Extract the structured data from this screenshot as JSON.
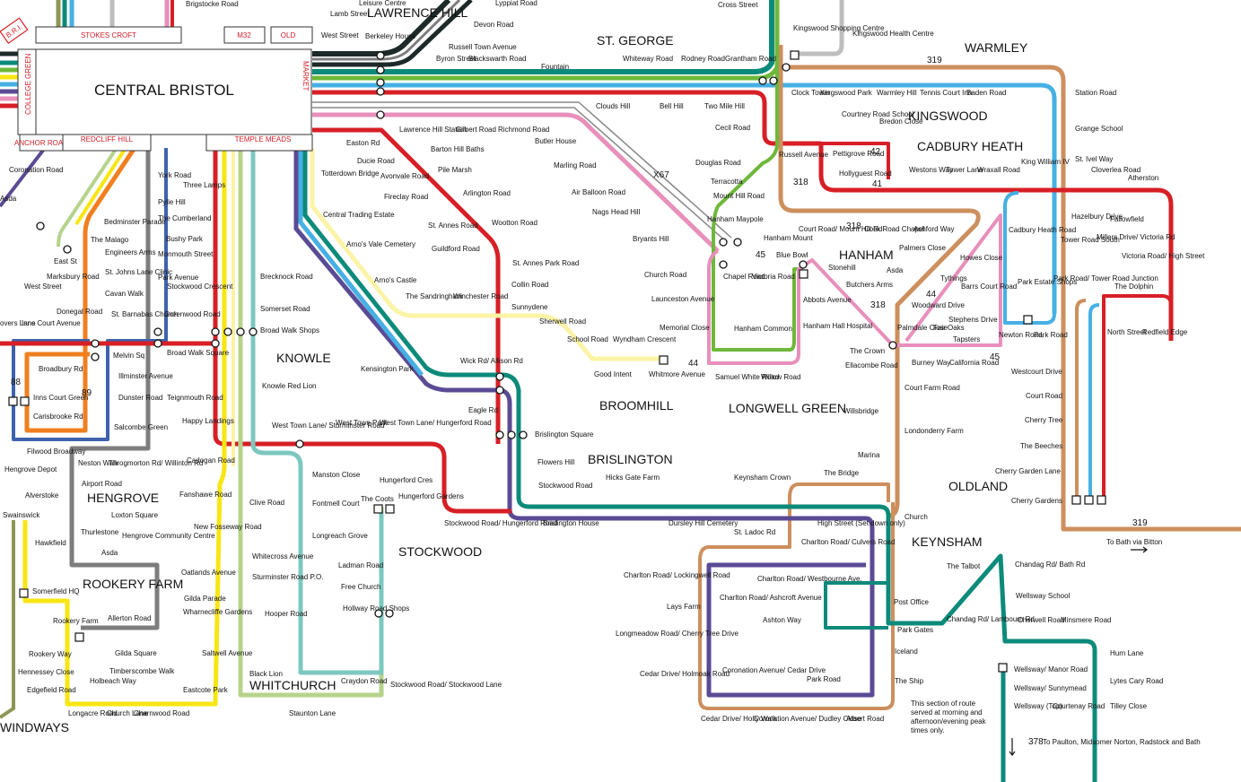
{
  "areas": {
    "central_bristol": "CENTRAL BRISTOL",
    "lawrence_hill": "LAWRENCE HILL",
    "st_george": "ST. GEORGE",
    "warmley": "WARMLEY",
    "kingswood": "KINGSWOOD",
    "cadbury_heath": "CADBURY HEATH",
    "hanham": "HANHAM",
    "longwell_green": "LONGWELL GREEN",
    "broomhill": "BROOMHILL",
    "brislington": "BRISLINGTON",
    "knowle": "KNOWLE",
    "hengrove": "HENGROVE",
    "rookery_farm": "ROOKERY FARM",
    "stockwood": "STOCKWOOD",
    "whitchurch": "WHITCHURCH",
    "keynsham": "KEYNSHAM",
    "oldland": "OLDLAND",
    "windways": "WINDWAYS"
  },
  "boxes": {
    "bri": "B.R.I.",
    "stokes_croft": "STOKES CROFT",
    "m32": "M32",
    "old_market": "OLD",
    "market": "MARKET",
    "college_green": "COLLEGE GREEN",
    "anchor_road": "ANCHOR ROAD",
    "redcliff_hill": "REDCLIFF HILL",
    "temple_meads": "TEMPLE MEADS"
  },
  "route_numbers": {
    "r319_top": "319",
    "r42": "42",
    "r41": "41",
    "r318_a": "318",
    "r318_b": "318",
    "r318_c": "318",
    "r45_a": "45",
    "r45_b": "45",
    "r44_a": "44",
    "r44_b": "44",
    "r88": "88",
    "r89": "89",
    "rx67": "X67",
    "r319_bottom": "319",
    "r378": "378"
  },
  "notes": {
    "to_bath": "To Bath via Bitton",
    "to_paulton": "To Paulton, Midsomer Norton, Radstock and Bath",
    "peak_line1": "This section of route",
    "peak_line2": "served at morning and",
    "peak_line3": "afternoon/evening peak",
    "peak_line4": "times only."
  },
  "stops": {
    "brigstocke_road": "Brigstocke Road",
    "lamb_street": "Lamb Street",
    "west_street": "West Street",
    "leisure_centre": "Leisure Centre",
    "berkeley_house": "Berkeley House",
    "lyppiat_road": "Lyppiat Road",
    "devon_road": "Devon Road",
    "russell_town_avenue": "Russell Town Avenue",
    "byron_street": "Byron Street",
    "blackswarth_road": "Blackswarth Road",
    "fountain": "Fountain",
    "whiteway_road": "Whiteway Road",
    "rodney_road": "Rodney Road",
    "grantham_road": "Grantham Road",
    "cross_street": "Cross Street",
    "kingswood_shopping_centre": "Kingswood Shopping Centre",
    "kingswood_health_centre": "Kingswood Health Centre",
    "clock_tower": "Clock Tower",
    "kingswood_park": "Kingswood Park",
    "warmley_hill": "Warmley Hill",
    "tennis_court_inn": "Tennis Court Inn",
    "baden_road": "Baden Road",
    "station_road": "Station Road",
    "grange_school": "Grange School",
    "st_ivel_way": "St. Ivel Way",
    "clouds_hill": "Clouds Hill",
    "bell_hill": "Bell Hill",
    "two_mile_hill": "Two Mile Hill",
    "cecil_road": "Cecil Road",
    "courtney_road_school": "Courtney Road School",
    "bredon_close": "Bredon Close",
    "lawrence_hill_station": "Lawrence Hill Station",
    "gilbert_road": "Gilbert Road",
    "richmond_road": "Richmond Road",
    "butler_house": "Butler House",
    "easton_rd": "Easton Rd",
    "ducie_road": "Ducie Road",
    "barton_hill_baths": "Barton Hill Baths",
    "pile_marsh": "Pile Marsh",
    "avonvale_road": "Avonvale Road",
    "fireclay_road": "Fireclay Road",
    "arlington_road": "Arlington Road",
    "marling_road": "Marling Road",
    "air_balloon_road": "Air Balloon Road",
    "nags_head_hill": "Nags Head Hill",
    "bryants_hill": "Bryants Hill",
    "douglas_road": "Douglas Road",
    "terracotta": "Terracotta",
    "mount_hill_road": "Mount Hill Road",
    "russell_avenue": "Russell Avenue",
    "pettigrove_road": "Pettigrove Road",
    "hollyguest_road": "Hollyguest Road",
    "westons_way": "Westons Way",
    "tower_lane": "Tower Lane",
    "wraxall_road": "Wraxall Road",
    "king_william_iv": "King William IV",
    "cloverlea_road": "Cloverlea Road",
    "atherston": "Atherston",
    "court_road_mount_hill": "Court Road/ Mount Hill Rd",
    "cock_road_chapel": "Cock Road Chapel",
    "ashford_way": "Ashford Way",
    "palmers_close": "Palmers Close",
    "cadbury_heath_road": "Cadbury Heath Road",
    "hazelbury_drive": "Hazelbury Drive",
    "fallowfield": "Fallowfield",
    "tower_road_south": "Tower Road South",
    "millers_drive": "Millers Drive/ Victoria Rd",
    "victoria_road_high_street": "Victoria Road/ High Street",
    "park_road_tower_road": "Park Road/ Tower Road Junction",
    "the_dolphin": "The Dolphin",
    "howes_close": "Howes Close",
    "tythings": "Tythings",
    "barrs_court_road": "Barrs Court Road",
    "park_estate_shops": "Park Estate Shops",
    "hanham_maypole": "Hanham Maypole",
    "hanham_mount": "Hanham Mount",
    "blue_bowl": "Blue Bowl",
    "stonehill": "Stonehill",
    "asda_hanham": "Asda",
    "butchers_arms": "Butchers Arms",
    "chapel_road": "Chapel Road",
    "victoria_road": "Victoria Road",
    "abbots_avenue": "Abbots Avenue",
    "woodward_drive": "Woodward Drive",
    "church_road": "Church Road",
    "launceston_avenue": "Launceston Avenue",
    "memorial_close": "Memorial Close",
    "hanham_common": "Hanham Common",
    "hanham_hall_hospital": "Hanham Hall Hospital",
    "palmdale_close": "Palmdale Close",
    "fair_oaks": "Fair Oaks",
    "stephens_drive": "Stephens Drive",
    "tapsters": "Tapsters",
    "newton_road": "Newton Road",
    "park_road": "Park Road",
    "north_street": "North Street",
    "redfield_edge": "Redfield Edge",
    "samuel_white_road": "Samuel White Road",
    "willow_road": "Willow Road",
    "the_crown": "The Crown",
    "ellacombe_road": "Ellacombe Road",
    "burney_way": "Burney Way",
    "california_road": "California Road",
    "court_farm_road": "Court Farm Road",
    "willsbridge": "Willsbridge",
    "londonderry_farm": "Londonderry Farm",
    "marina": "Marina",
    "westcourt_drive": "Westcourt Drive",
    "court_road": "Court Road",
    "cherry_tree": "Cherry Tree",
    "the_beeches": "The Beeches",
    "cherry_garden_lane": "Cherry Garden Lane",
    "cherry_gardens": "Cherry Gardens",
    "coronation_road": "Coronation Road",
    "york_road": "York Road",
    "three_lamps": "Three Lamps",
    "pylle_hill": "Pylle Hill",
    "bedminster_parade": "Bedminster Parade",
    "the_malago": "The Malago",
    "the_cumberland": "The Cumberland",
    "bushy_park": "Bushy Park",
    "engineers_arms": "Engineers Arms",
    "east_st": "East St",
    "monmouth_street": "Monmouth Street",
    "marksbury_road": "Marksbury Road",
    "st_johns_lane_clinic": "St. Johns Lane Clinic",
    "park_avenue": "Park Avenue",
    "stockwood_crescent": "Stockwood Crescent",
    "cavan_walk": "Cavan Walk",
    "west_street_bedminster": "West Street",
    "donegal_road": "Donegal Road",
    "st_barnabas_church": "St. Barnabas Church",
    "greenwood_road": "Greenwood Road",
    "inns_court_avenue": "Inns Court Avenue",
    "melvin_sq": "Melvin Sq",
    "broad_walk_square": "Broad Walk Square",
    "broadbury_rd": "Broadbury Rd",
    "illminster_avenue": "Illminster Avenue",
    "inns_court_green": "Inns Court Green",
    "carisbrooke_rd": "Carisbrooke Rd",
    "dunster_road": "Dunster Road",
    "teignmouth_road": "Teignmouth Road",
    "salcombe_green": "Salcombe Green",
    "happy_landings": "Happy Landings",
    "filwood_broadway": "Filwood Broadway",
    "neston_walk": "Neston Walk",
    "throgmorton_road": "Throgmorton Rd/ Willinton Rd",
    "hengrove_depot": "Hengrove Depot",
    "alverstoke": "Alverstoke",
    "airport_road": "Airport Road",
    "cadogan_road": "Cadogan Road",
    "swainswick": "Swainswick",
    "loxton_square": "Loxton Square",
    "fanshawe_road": "Fanshawe Road",
    "thurlestone": "Thurlestone",
    "hawkfield": "Hawkfield",
    "asda_hengrove": "Asda",
    "hengrove_community_centre": "Hengrove Community Centre",
    "new_fosseway_road": "New Fosseway Road",
    "oatlands_avenue": "Oatlands Avenue",
    "somerfield_hq": "Somerfield HQ",
    "gilda_parade": "Gilda Parade",
    "wharnecliffe_gardens": "Wharnecliffe Gardens",
    "rookery_farm_stop": "Rookery Farm",
    "allerton_road": "Allerton Road",
    "rookery_way": "Rookery Way",
    "hennessey_close": "Hennessey Close",
    "edgefield_road": "Edgefield Road",
    "gilda_square": "Gilda Square",
    "timberscombe_walk": "Timberscombe Walk",
    "holbeach_way": "Holbeach Way",
    "eastcote_park": "Eastcote Park",
    "longacre_road": "Longacre Road",
    "church_lane": "Church Lane",
    "charnwood_road": "Charnwood Road",
    "totterdown_bridge": "Totterdown Bridge",
    "central_trading_estate": "Central Trading Estate",
    "arnos_vale_cemetery": "Arno's Vale Cemetery",
    "arnos_castle": "Arno's Castle",
    "the_sandringham": "The Sandringham",
    "winchester_road": "Winchester Road",
    "st_annes_road": "St. Annes Road",
    "guildford_road": "Guildford Road",
    "wootton_road": "Wootton Road",
    "st_annes_park_road": "St. Annes Park Road",
    "collin_road": "Collin Road",
    "sunnydene": "Sunnydene",
    "sherwell_road": "Sherwell Road",
    "school_road": "School Road",
    "wyndham_crescent": "Wyndham Crescent",
    "good_intent": "Good Intent",
    "whitmore_avenue": "Whitmore Avenue",
    "brecknock_road": "Brecknock Road",
    "somerset_road": "Somerset Road",
    "broad_walk_shops": "Broad Walk Shops",
    "knowle_red_lion": "Knowle Red Lion",
    "kensington_park": "Kensington Park",
    "wick_rd_allison_rd": "Wick Rd/ Allison Rd",
    "eagle_rd": "Eagle Rd",
    "brislington_square": "Brislington Square",
    "flowers_hill": "Flowers Hill",
    "stockwood_road": "Stockwood Road",
    "west_town_lane_sturminster": "West Town Lane/ Sturminster Road",
    "west_town_park": "West Town Park",
    "west_town_lane_hungerford": "West Town Lane/ Hungerford Road",
    "hungerford_cres": "Hungerford Cres",
    "hungerford_gardens": "Hungerford Gardens",
    "stockwood_road_hungerford": "Stockwood Road/ Hungerford Road",
    "brislington_house": "Brislington House",
    "hicks_gate_farm": "Hicks Gate Farm",
    "dursley_hill_cemetery": "Dursley Hill Cemetery",
    "keynsham_crown": "Keynsham Crown",
    "st_ladoc_rd": "St. Ladoc Rd",
    "the_bridge": "The Bridge",
    "high_street": "High Street (Set down only)",
    "church": "Church",
    "manston_close": "Manston Close",
    "fontmell_court": "Fontmell Court",
    "longreach_grove": "Longreach Grove",
    "the_coots": "The Coots",
    "ladman_road": "Ladman Road",
    "free_church": "Free Church",
    "hollway_road_shops": "Hollway Road Shops",
    "clive_road": "Clive Road",
    "whitecross_avenue": "Whitecross Avenue",
    "sturminster_road_po": "Sturminster Road P.O.",
    "hooper_road": "Hooper Road",
    "saltwell_avenue": "Saltwell Avenue",
    "black_lion": "Black Lion",
    "craydon_road": "Craydon Road",
    "stockwood_road_stockwood_lane": "Stockwood Road/ Stockwood Lane",
    "staunton_lane": "Staunton Lane",
    "charlton_road_lockingwell": "Charlton Road/ Lockingwell Road",
    "charlton_road_culvers": "Charlton Road/ Culvers Road",
    "charlton_road_westbourne": "Charlton Road/ Westbourne Ave.",
    "charlton_road_ashcroft": "Charlton Road/ Ashcroft Avenue",
    "lays_farm": "Lays Farm",
    "ashton_way": "Ashton Way",
    "post_office": "Post Office",
    "park_gates": "Park Gates",
    "longmeadow_road": "Longmeadow Road/ Cherry Tree Drive",
    "iceland": "Iceland",
    "cedar_drive_holmoak": "Cedar Drive/ Holmoak Road",
    "coronation_avenue_cedar": "Coronation Avenue/ Cedar Drive",
    "park_road_keynsham": "Park Road",
    "the_ship": "The Ship",
    "cedar_drive_holly_walk": "Cedar Drive/ Holly Walk",
    "coronation_avenue_dudley": "Coronation Avenue/ Dudley Close",
    "albert_road": "Albert Road",
    "the_talbot": "The Talbot",
    "chandag_rd_bath_rd": "Chandag Rd/ Bath Rd",
    "wellsway_school": "Wellsway School",
    "chandag_rd_lambourn": "Chandag Rd/ Lambourn Rd",
    "cherwell_road": "Cherwell Road",
    "minsmere_road": "Minsmere Road",
    "hurn_lane": "Hurn Lane",
    "wellsway_manor": "Wellsway/ Manor Road",
    "wellsway_sunnymead": "Wellsway/ Sunnymead",
    "wellsway_top": "Wellsway (Top)",
    "courtenay_road": "Courtenay Road",
    "lytes_cary_road": "Lytes Cary Road",
    "tilley_close": "Tilley Close",
    "inns_court_left": "Inns Court",
    "overs_lane": "overs Lane",
    "asda_left": "Asda"
  },
  "colors": {
    "red": "#d71f26",
    "orange": "#f07f1f",
    "yellow": "#f7e612",
    "pale_yellow": "#fbf3a5",
    "green": "#6eb83a",
    "light_green": "#b6d38c",
    "teal": "#0c8a7a",
    "light_teal": "#7cc8bf",
    "blue": "#46b0e4",
    "purple": "#5b4a94",
    "pink": "#e88fbb",
    "grey": "#7d7d7d",
    "tan": "#cd8f5e",
    "dark": "#1e2a2a",
    "light_grey": "#bdbdbd",
    "olive": "#8d9554",
    "navy": "#3f62ad"
  }
}
